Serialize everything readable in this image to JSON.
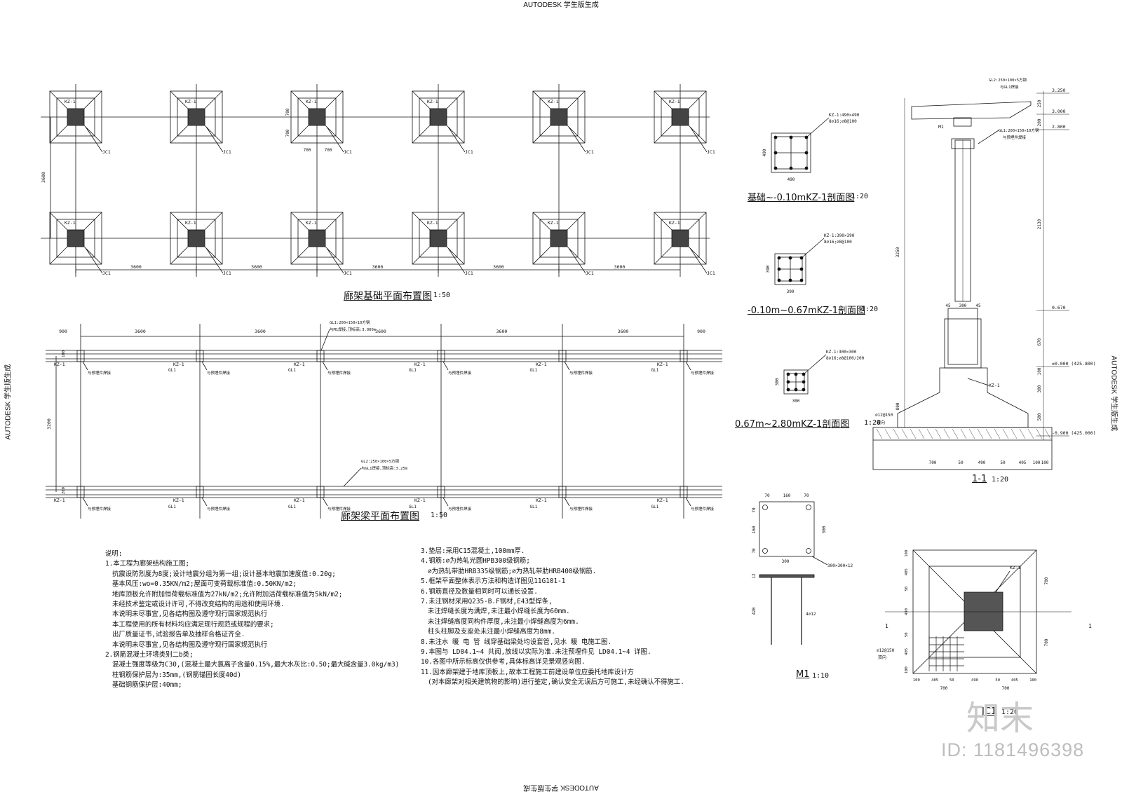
{
  "watermark": {
    "top": "AUTODESK 学生版生成",
    "bottom": "AUTODESK 学生版生成",
    "left": "AUTODESK 学生版生成",
    "right": "AUTODESK 学生版生成"
  },
  "foundation_plan": {
    "title": "廊架基础平面布置图",
    "scale": "1:50",
    "column_tag": "KZ-1",
    "footing_tag": "JC1",
    "dim_span": "3600",
    "dim_row": "3600",
    "dim_700": "700"
  },
  "beam_plan": {
    "title": "廊架梁平面布置图",
    "scale": "1:50",
    "dim_edge": "900",
    "dim_span": "3600",
    "dim_row": "3200",
    "gl1_spec": "GL1:200×150×10方钢",
    "gl1_note": "与M1焊接,顶标高:3.000m",
    "gl2_spec": "GL2:250×100×5方钢",
    "gl2_note": "与GL1焊接,顶标高:3.25m",
    "beam_tag": "GL1",
    "column_tag": "KZ-1",
    "weld_note": "与预埋件焊接",
    "dim_100": "100",
    "dim_200": "200"
  },
  "sections": [
    {
      "title": "基础~-0.10mKZ-1剖面图",
      "scale": "1:20",
      "spec1": "KZ-1:490×490",
      "spec2": "8⌀16;⌀8@100",
      "dim": "490"
    },
    {
      "title": "-0.10m~0.67mKZ-1剖面图",
      "scale": "1:20",
      "spec1": "KZ-1:390×390",
      "spec2": "8⌀16;⌀8@100",
      "dim": "390"
    },
    {
      "title": "0.67m~2.80mKZ-1剖面图",
      "scale": "1:20",
      "spec1": "KZ-1:300×300",
      "spec2": "8⌀16;⌀8@100/200",
      "dim": "300"
    }
  ],
  "elevation": {
    "section_label": "1-1",
    "scale": "1:20",
    "gl2": "GL2:250×100×5方钢",
    "gl2_weld": "与GL1焊接",
    "gl1": "GL1:200×150×10方钢",
    "gl1_weld": "与预埋件焊接",
    "m1": "M1",
    "kz": "KZ-1",
    "rebar": "⌀12@150",
    "rebar_dir": "双向",
    "levels": [
      "3.250",
      "3.000",
      "2.800",
      "0.670",
      "±0.000 (425.800)",
      "-0.900 (425.000)"
    ],
    "dims_right": [
      "250",
      "200",
      "2130",
      "670",
      "100",
      "300",
      "500"
    ],
    "dim_total": "3250",
    "dim_800": "800",
    "bottom_dims": [
      "700",
      "50",
      "490",
      "50",
      "405",
      "100",
      "700",
      "100"
    ],
    "col_dims": [
      "45",
      "300",
      "45"
    ]
  },
  "m1": {
    "title": "M1",
    "scale": "1:10",
    "top_dims": [
      "70",
      "160",
      "70"
    ],
    "side_dims": [
      "70",
      "160",
      "70"
    ],
    "dim_300": "300",
    "plate": "300×300×12",
    "dim_12": "12",
    "dim_420": "420",
    "anchor": "4⌀12"
  },
  "jc1": {
    "title": "JC1",
    "scale": "1:20",
    "kz": "KZ-1",
    "rebar": "⌀12@150",
    "rebar_dir": "双向",
    "section_mark": "1",
    "bottom_dims": [
      "100",
      "405",
      "50",
      "490",
      "50",
      "405",
      "100"
    ],
    "bottom_dims2": [
      "700",
      "700"
    ],
    "left_dims": [
      "100",
      "405",
      "50",
      "490",
      "50",
      "405",
      "100"
    ],
    "right_dims": [
      "700",
      "700"
    ]
  },
  "notes_left": [
    "说明:",
    "1.本工程为廊架结构施工图;",
    "抗震设防烈度为8度;设计地震分组为第一组;设计基本地震加速度值:0.20g;",
    "基本风压:wo=0.35KN/m2;屋面可变荷载标准值:0.50KN/m2;",
    "地库顶板允许附加恒荷载标准值为27kN/m2;允许附加活荷载标准值为5kN/m2;",
    "未经技术鉴定或设计许可,不得改变结构的用途和使用环境.",
    "本说明未尽事宜,见各结构图及遵守现行国家规范执行",
    "本工程使用的所有材料均应满足现行规范或规程的要求;",
    "出厂质量证书,试验报告单及抽样合格证齐全.",
    "本说明未尽事宜,见各结构图及遵守现行国家规范执行",
    "2.钢筋混凝土环境类别二b类;",
    "混凝土强度等级为C30,(混凝土最大氯离子含量0.15%,最大水灰比:0.50;最大碱含量3.0kg/m3)",
    "柱钢筋保护层为:35mm,(钢筋锚固长度40d)",
    "基础钢筋保护层:40mm;"
  ],
  "notes_right": [
    "3.垫层:采用C15混凝土,100mm厚.",
    "4.钢筋:⌀为热轧光圆HPB300级钢筋;",
    "⌀为热轧带肋HRB335级钢筋;⌀为热轧带肋HRB400级钢筋.",
    "5.框架平面整体表示方法和构造详图见11G101-1",
    "6.钢筋直径及数量相同时可以通长设置.",
    "7.未注钢材采用Q235-B.F钢材,E43型焊条,",
    "未注焊缝长度为满焊,未注最小焊缝长度为60mm.",
    "未注焊缝高度同构件厚度,未注最小焊缝高度为6mm.",
    "柱头柱脚及支座处未注最小焊缝高度为8mm.",
    "8.未注水 暖 电 管 线穿基础梁处均设套管,见水 暖 电施工图.",
    "9.本图与 LD04.1~4 共阅,放线以实际为准.未注预埋件见 LD04.1~4 详图.",
    "10.各图中所示标高仅供参考,具体标高详见景观竖向图.",
    "11.因本廊架建于地库顶板上,故本工程施工前建设单位应委托地库设计方",
    "(对本廊架对相关建筑物的影响)进行鉴定,确认安全无误后方可施工,未经确认不得施工."
  ],
  "branding": {
    "logo": "知末",
    "id": "ID: 1181496398"
  }
}
